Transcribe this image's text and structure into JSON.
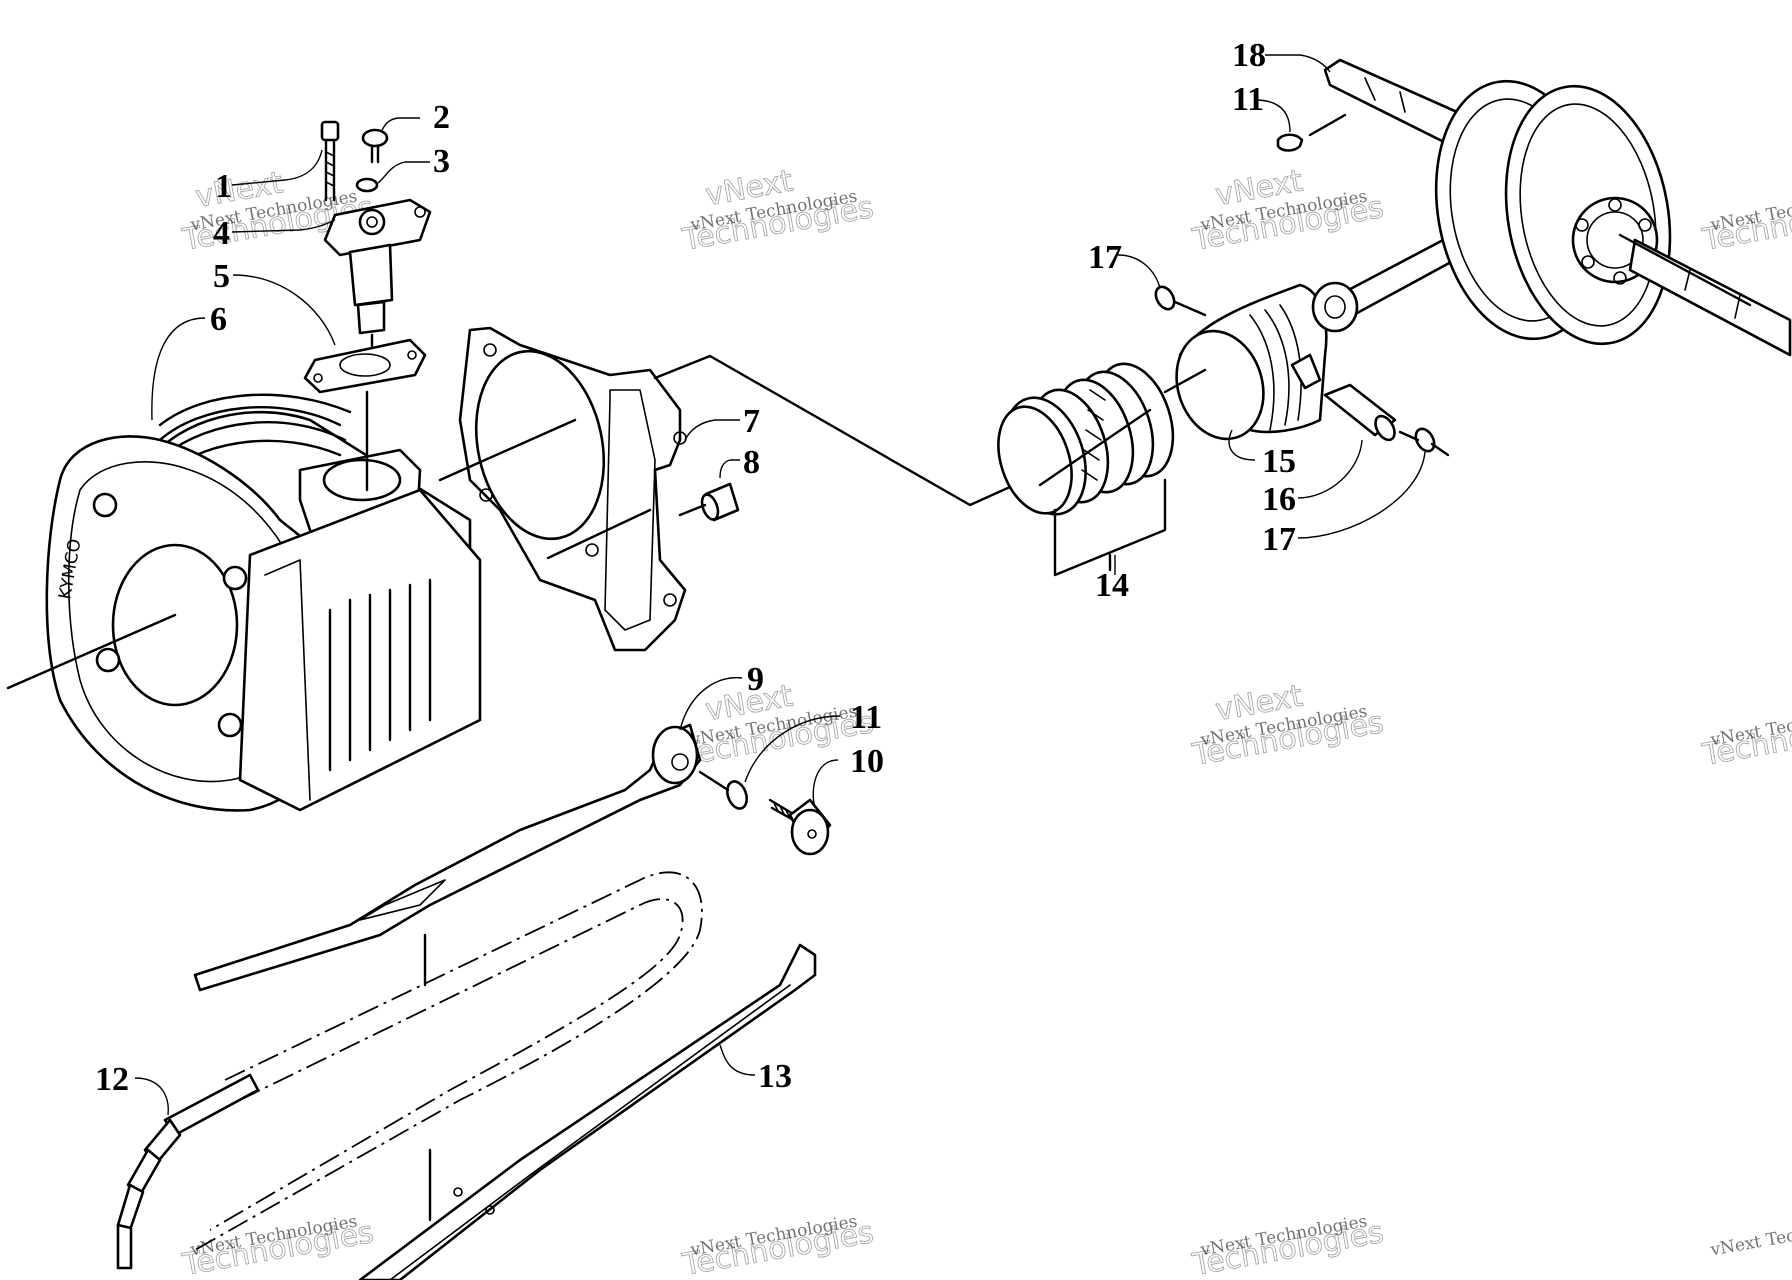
{
  "callouts": [
    "1",
    "2",
    "3",
    "4",
    "5",
    "6",
    "7",
    "8",
    "9",
    "10",
    "11",
    "11",
    "12",
    "13",
    "14",
    "15",
    "16",
    "17",
    "17",
    "18"
  ],
  "watermark": {
    "line1": "vNext Technologies",
    "line2": "Technologies",
    "line3": "vNext"
  },
  "cylinder_stamp": "KYMCO"
}
